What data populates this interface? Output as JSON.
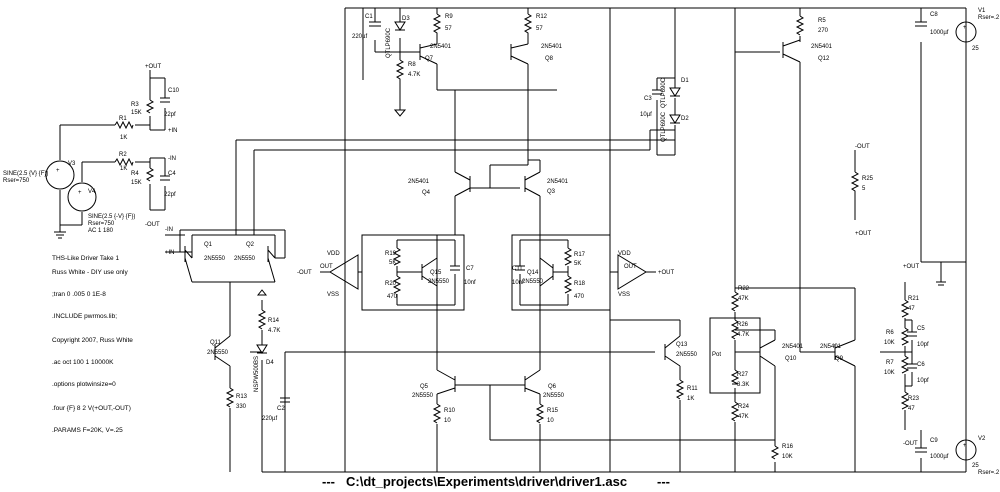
{
  "title": "C:\\dt_projects\\Experiments\\driver\\driver1.asc",
  "caption_dashes": "---",
  "notes": [
    "THS-Like Driver Take 1",
    "Russ White - DIY use only",
    ";tran 0 .005 0 1E-8",
    ".INCLUDE pwrmos.lib;",
    "Copyright 2007, Russ White",
    ".ac oct 100 1 10000K",
    ".options plotwinsize=0",
    ".four {F} 8 2 V(+OUT,-OUT)",
    ".PARAMS F=20K, V=.25"
  ],
  "sources": {
    "v3": {
      "name": "V3",
      "value": "SINE(2.5 {V} {F})",
      "rser": "Rser=750"
    },
    "v4": {
      "name": "V4",
      "value": "SINE(2.5 {-V} {F})",
      "rser": "Rser=750",
      "ac": "AC 1 180"
    },
    "v1": {
      "name": "V1",
      "rser": "Rser=.2",
      "value": "25"
    },
    "v2": {
      "name": "V2",
      "rser": "Rser=.2",
      "value": "25"
    }
  },
  "labels": {
    "out_pos": "+OUT",
    "out_neg": "-OUT",
    "in_pos": "+IN",
    "in_neg": "-IN",
    "vdd": "VDD",
    "vss": "VSS",
    "out": "OUT",
    "pot": "Pot"
  },
  "resistors": {
    "r1": [
      "R1",
      "1K"
    ],
    "r2": [
      "R2",
      "1K"
    ],
    "r3": [
      "R3",
      "15K"
    ],
    "r4": [
      "R4",
      "15K"
    ],
    "r5": [
      "R5",
      "270"
    ],
    "r6": [
      "R6",
      "10K"
    ],
    "r7": [
      "R7",
      "10K"
    ],
    "r8": [
      "R8",
      "4.7K"
    ],
    "r9": [
      "R9",
      "57"
    ],
    "r10": [
      "R10",
      "10"
    ],
    "r11": [
      "R11",
      "1K"
    ],
    "r12": [
      "R12",
      "57"
    ],
    "r13": [
      "R13",
      "330"
    ],
    "r14": [
      "R14",
      "4.7K"
    ],
    "r15": [
      "R15",
      "10"
    ],
    "r16": [
      "R16",
      "10K"
    ],
    "r17": [
      "R17",
      "5K"
    ],
    "r18": [
      "R18",
      "470"
    ],
    "r19": [
      "R19",
      "5K"
    ],
    "r20": [
      "R20",
      "470"
    ],
    "r21": [
      "R21",
      "47"
    ],
    "r22": [
      "R22",
      "47K"
    ],
    "r23": [
      "R23",
      "47"
    ],
    "r24": [
      "R24",
      "47K"
    ],
    "r25": [
      "R25",
      "5"
    ],
    "r26": [
      "R26",
      "4.7K"
    ],
    "r27": [
      "R27",
      "3.3K"
    ]
  },
  "capacitors": {
    "c1": [
      "C1",
      "220µf"
    ],
    "c2": [
      "C2",
      "220µf"
    ],
    "c3": [
      "C3",
      "10µf"
    ],
    "c4": [
      "C4",
      "22pf"
    ],
    "c5": [
      "C5",
      "10pf"
    ],
    "c6": [
      "C6",
      "10pf"
    ],
    "c7": [
      "C7",
      "10nf"
    ],
    "c8": [
      "C8",
      "1000µf"
    ],
    "c9": [
      "C9",
      "1000µf"
    ],
    "c10": [
      "C10",
      "22pf"
    ],
    "c11": [
      "C11",
      "10nf"
    ]
  },
  "transistors": {
    "q1": [
      "Q1",
      "2N5550"
    ],
    "q2": [
      "Q2",
      "2N5550"
    ],
    "q3": [
      "Q3",
      "2N5401"
    ],
    "q4": [
      "Q4",
      "2N5401"
    ],
    "q5": [
      "Q5",
      "2N5550"
    ],
    "q6": [
      "Q6",
      "2N5550"
    ],
    "q7": [
      "Q7",
      "2N5401"
    ],
    "q8": [
      "Q8",
      "2N5401"
    ],
    "q9": [
      "Q9",
      "2N5401"
    ],
    "q10": [
      "Q10",
      "2N5401"
    ],
    "q11": [
      "Q11",
      "2N5550"
    ],
    "q12": [
      "Q12",
      "2N5401"
    ],
    "q13": [
      "Q13",
      "2N5550"
    ],
    "q14": [
      "Q14",
      "2N5550"
    ],
    "q15": [
      "Q15",
      "2N5550"
    ]
  },
  "diodes": {
    "d1": [
      "D1",
      "QTLP690C"
    ],
    "d2": [
      "D2",
      "QTLP690C"
    ],
    "d3": [
      "D3",
      "QTLP690C"
    ],
    "d4": [
      "D4",
      "NSPW500BS"
    ]
  }
}
